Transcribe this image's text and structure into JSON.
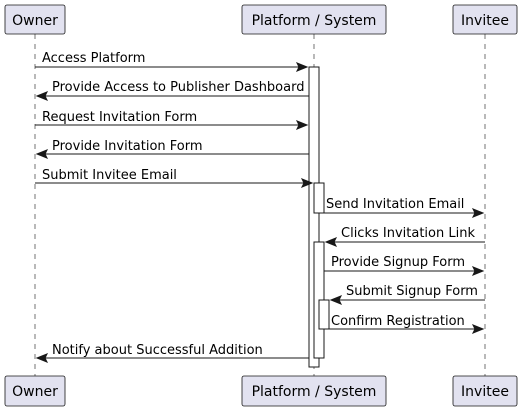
{
  "participants": [
    {
      "id": "owner",
      "label": "Owner"
    },
    {
      "id": "platform",
      "label": "Platform / System"
    },
    {
      "id": "invitee",
      "label": "Invitee"
    }
  ],
  "messages": [
    {
      "from": "owner",
      "to": "platform",
      "label": "Access Platform"
    },
    {
      "from": "platform",
      "to": "owner",
      "label": "Provide Access to Publisher Dashboard"
    },
    {
      "from": "owner",
      "to": "platform",
      "label": "Request Invitation Form"
    },
    {
      "from": "platform",
      "to": "owner",
      "label": "Provide Invitation Form"
    },
    {
      "from": "owner",
      "to": "platform",
      "label": "Submit Invitee Email"
    },
    {
      "from": "platform",
      "to": "invitee",
      "label": "Send Invitation Email"
    },
    {
      "from": "invitee",
      "to": "platform",
      "label": "Clicks Invitation Link"
    },
    {
      "from": "platform",
      "to": "invitee",
      "label": "Provide Signup Form"
    },
    {
      "from": "invitee",
      "to": "platform",
      "label": "Submit Signup Form"
    },
    {
      "from": "platform",
      "to": "invitee",
      "label": "Confirm Registration"
    },
    {
      "from": "platform",
      "to": "owner",
      "label": "Notify about Successful Addition"
    }
  ]
}
